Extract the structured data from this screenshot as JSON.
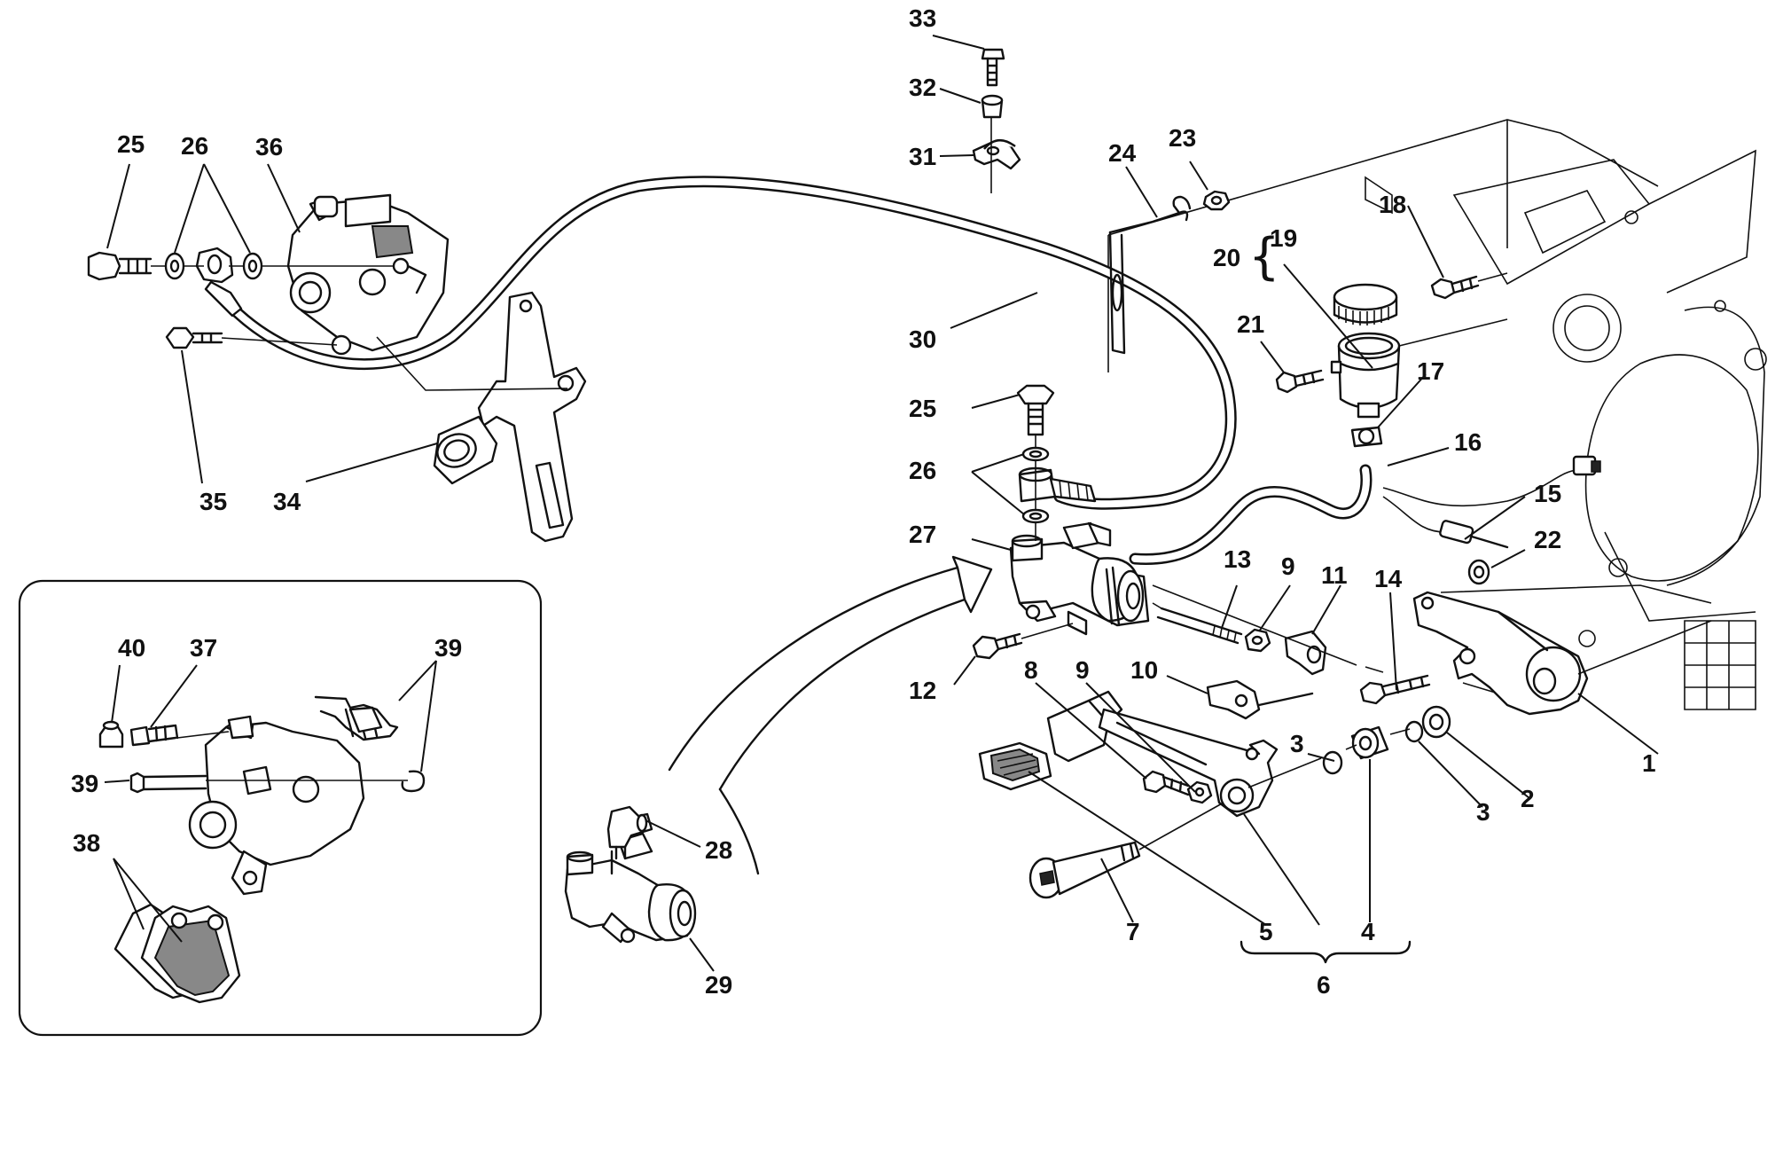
{
  "callouts": {
    "c1": "1",
    "c2": "2",
    "c3a": "3",
    "c3b": "3",
    "c4": "4",
    "c5": "5",
    "c6": "6",
    "c7": "7",
    "c8": "8",
    "c9a": "9",
    "c9b": "9",
    "c10": "10",
    "c11": "11",
    "c12": "12",
    "c13": "13",
    "c14": "14",
    "c15": "15",
    "c16": "16",
    "c17": "17",
    "c18": "18",
    "c19": "19",
    "c20": "20",
    "c21": "21",
    "c22": "22",
    "c23": "23",
    "c24": "24",
    "c25a": "25",
    "c25b": "25",
    "c26a": "26",
    "c26b": "26",
    "c27": "27",
    "c28": "28",
    "c29": "29",
    "c30": "30",
    "c31": "31",
    "c32": "32",
    "c33": "33",
    "c34": "34",
    "c35": "35",
    "c36": "36",
    "c37": "37",
    "c38": "38",
    "c39a": "39",
    "c39b": "39",
    "c40": "40"
  }
}
